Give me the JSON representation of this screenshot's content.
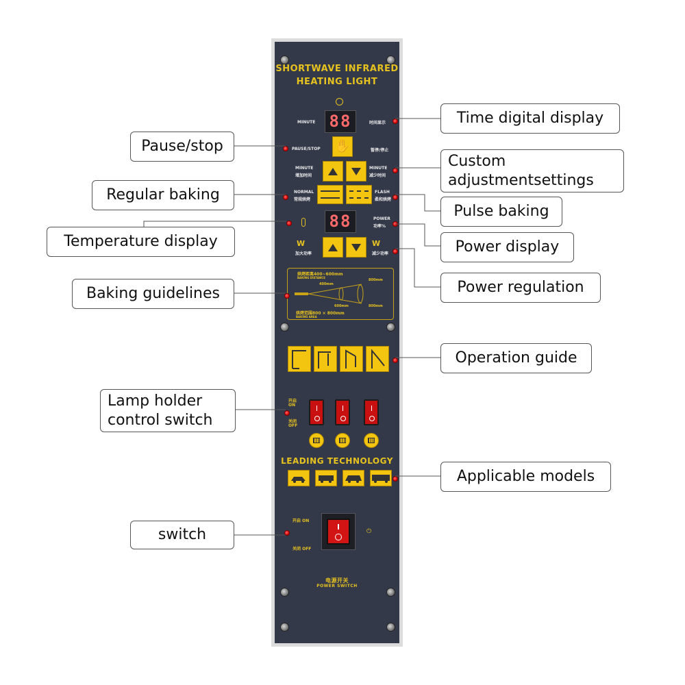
{
  "panel": {
    "title_line1": "SHORTWAVE INFRARED",
    "title_line2": "HEATING LIGHT",
    "minute_label": "MINUTE",
    "time_display_cn": "时间显示",
    "time_digits": "88",
    "pause_stop_label": "PAUSE/STOP",
    "pause_stop_cn": "暂停/停止",
    "minute_inc_label": "MINUTE",
    "minute_inc_cn": "增加时间",
    "minute_dec_label": "MINUTE",
    "minute_dec_cn": "减少时间",
    "normal_label": "NORMAL",
    "normal_cn": "常规烘烤",
    "flash_label": "FLASH",
    "flash_cn": "柔和烘烤",
    "power_digits": "88",
    "power_label": "POWER",
    "power_cn": "功率%",
    "w_inc_label": "W",
    "w_inc_cn": "加大功率",
    "w_dec_label": "W",
    "w_dec_cn": "减少功率",
    "guide_distance_cn": "烘烤距离400~600mm",
    "guide_distance_en": "BAKING DISTANCE",
    "guide_400": "400mm",
    "guide_800_top": "800mm",
    "guide_600": "600mm",
    "guide_800_bottom": "800mm",
    "guide_area_cn": "烘烤范围800 × 800mm",
    "guide_area_en": "BAKING AREA",
    "on_cn": "开启",
    "on_en": "ON",
    "off_cn": "关闭",
    "off_en": "OFF",
    "leading_technology": "LEADING TECHNOLOGY",
    "main_on_cn": "开启",
    "main_on_en": "ON",
    "main_off_cn": "关闭",
    "main_off_en": "OFF",
    "power_switch_cn": "电源开关",
    "power_switch_en": "POWER SWITCH"
  },
  "callouts": {
    "time_digital_display": "Time digital display",
    "pause_stop": "Pause/stop",
    "custom_line1": "Custom",
    "custom_line2": "adjustmentsettings",
    "regular_baking": "Regular baking",
    "pulse_baking": "Pulse baking",
    "temperature_display": "Temperature display",
    "power_display": "Power display",
    "power_regulation": "Power regulation",
    "baking_guidelines": "Baking guidelines",
    "operation_guide": "Operation guide",
    "lamp_line1": "Lamp holder",
    "lamp_line2": "control switch",
    "applicable_models": "Applicable models",
    "switch": "switch"
  },
  "colors": {
    "panel_face": "#34394a",
    "accent_yellow": "#f3c410",
    "indicator_red": "#d40000",
    "segment_red": "#ff6a6a"
  }
}
